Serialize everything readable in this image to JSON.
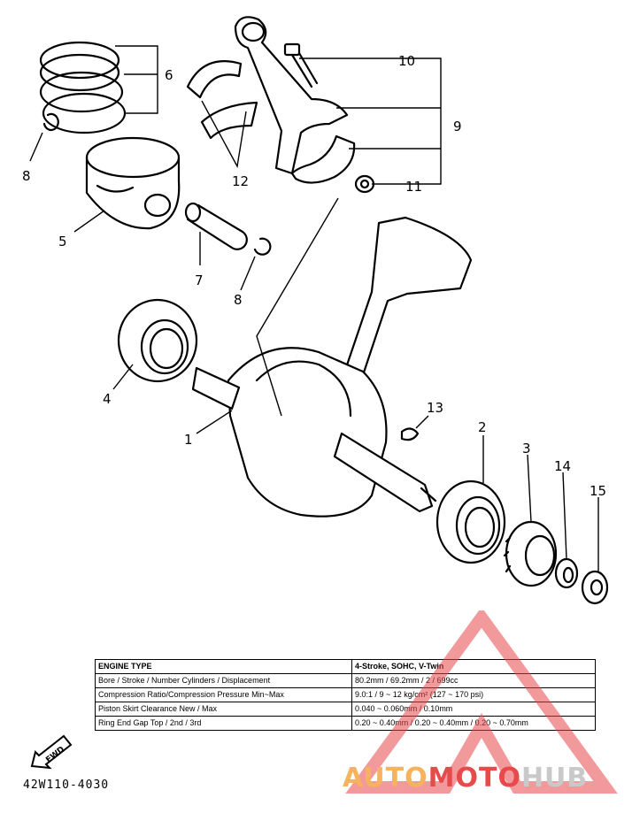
{
  "callouts": [
    {
      "id": "1",
      "label": "1"
    },
    {
      "id": "2",
      "label": "2"
    },
    {
      "id": "3",
      "label": "3"
    },
    {
      "id": "4",
      "label": "4"
    },
    {
      "id": "5",
      "label": "5"
    },
    {
      "id": "6",
      "label": "6"
    },
    {
      "id": "7",
      "label": "7"
    },
    {
      "id": "8a",
      "label": "8"
    },
    {
      "id": "8b",
      "label": "8"
    },
    {
      "id": "9",
      "label": "9"
    },
    {
      "id": "10",
      "label": "10"
    },
    {
      "id": "11",
      "label": "11"
    },
    {
      "id": "12",
      "label": "12"
    },
    {
      "id": "13",
      "label": "13"
    },
    {
      "id": "14",
      "label": "14"
    },
    {
      "id": "15",
      "label": "15"
    }
  ],
  "spec_table": {
    "header": {
      "key": "ENGINE TYPE",
      "value": "4-Stroke, SOHC, V-Twin"
    },
    "rows": [
      {
        "key": "Bore / Stroke / Number Cylinders / Displacement",
        "value": "80.2mm / 69.2mm / 2 / 699cc"
      },
      {
        "key": "Compression Ratio/Compression Pressure Min~Max",
        "value": "9.0:1 / 9 ~ 12 kg/cm² (127 ~ 170 psi)"
      },
      {
        "key": "Piston Skirt Clearance New / Max",
        "value": "0.040 ~ 0.060mm / 0.10mm"
      },
      {
        "key": "Ring End Gap Top / 2nd / 3rd",
        "value": "0.20 ~ 0.40mm / 0.20 ~ 0.40mm / 0.20 ~ 0.70mm"
      }
    ]
  },
  "fwd_label": "FWD",
  "part_code": "42W110-4030",
  "watermark": {
    "part1": "AUTO",
    "part2": "MOTO",
    "part3": "HUB",
    "colors": {
      "auto": "#f6b25c",
      "moto": "#e8494a",
      "hub": "#c9c9c9",
      "triangle": "#e8494a"
    }
  }
}
